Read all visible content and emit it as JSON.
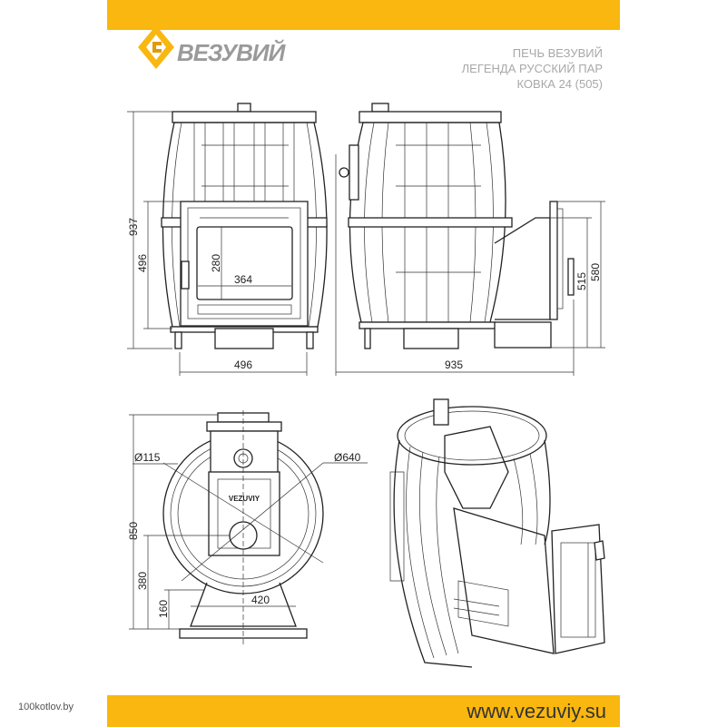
{
  "header": {
    "brand_name": "ВЕЗУВИЙ",
    "title_lines": [
      "ПЕЧЬ ВЕЗУВИЙ",
      "ЛЕГЕНДА РУССКИЙ ПАР",
      "КОВКА 24 (505)"
    ],
    "accent_color": "#F9B70F"
  },
  "front_view": {
    "height_total": "937",
    "door_height": "496",
    "glass_height": "280",
    "glass_width": "364",
    "width": "496"
  },
  "side_view": {
    "length": "935",
    "door_height_inner": "515",
    "door_height_outer": "580"
  },
  "top_view": {
    "flue_diameter": "Ø115",
    "body_diameter": "Ø640",
    "height": "850",
    "flue_height": "380",
    "base_height": "160",
    "base_width": "420",
    "door_brand": "VEZUVIY"
  },
  "footer": {
    "url": "www.vezuviy.su",
    "source": "100kotlov.by"
  }
}
